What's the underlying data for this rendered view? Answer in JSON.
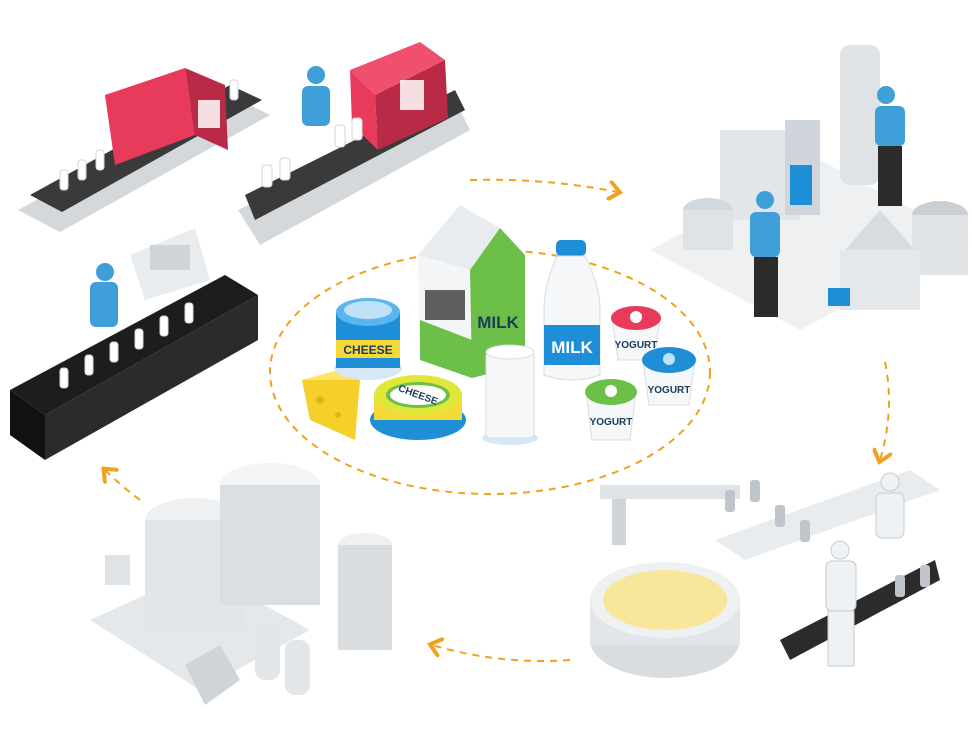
{
  "products": {
    "cheese_tub_label": "CHEESE",
    "milk_carton_label": "MILK",
    "milk_bottle_label": "MILK",
    "yogurt_red_label": "YOGURT",
    "yogurt_blue_label": "YOGURT",
    "yogurt_green_label": "YOGURT",
    "cheese_wheel_label": "CHEESE"
  },
  "colors": {
    "arrow": "#f0a21e",
    "machine_red": "#e83a5a",
    "metal": "#d9dde0",
    "worker_blue": "#3f9fd8",
    "milk_green": "#6cc04a",
    "milk_blue": "#1e8fd6",
    "cheese_yellow": "#f5d938"
  }
}
